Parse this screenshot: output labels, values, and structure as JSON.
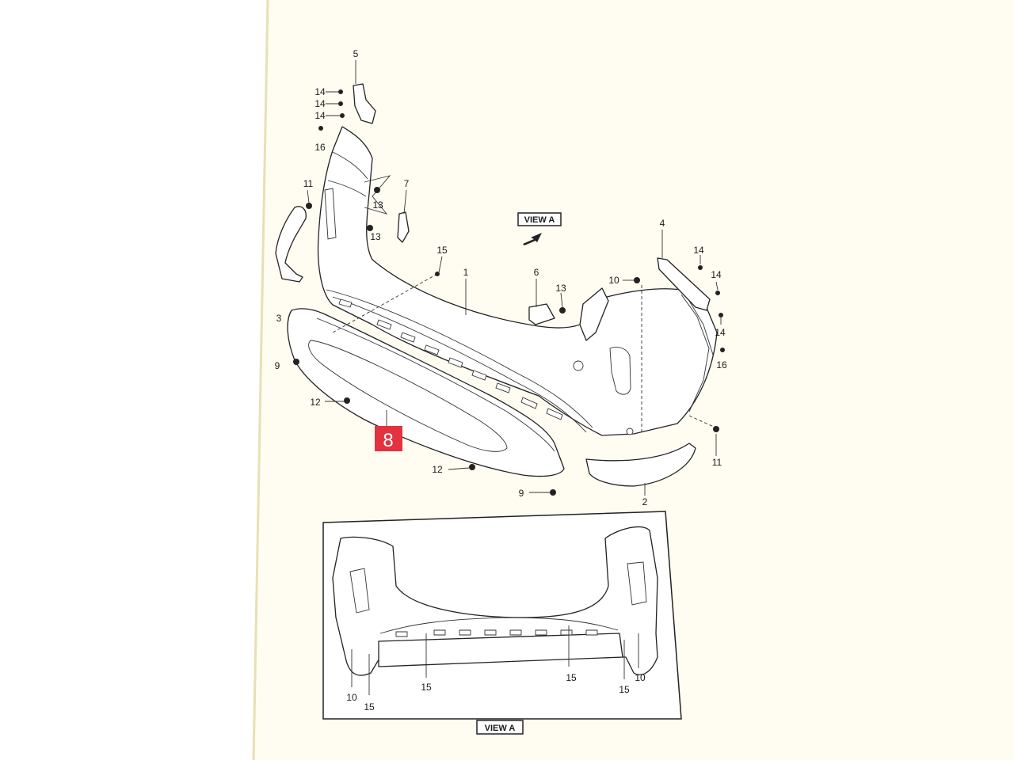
{
  "view_label": "VIEW A",
  "highlight": {
    "text": "8",
    "color": "#e33240"
  },
  "paper_color": "#fffdf2",
  "callouts": {
    "c5": "5",
    "c14a": "14",
    "c14b": "14",
    "c14c": "14",
    "c16a": "16",
    "c11a": "11",
    "c7": "7",
    "c13a": "13",
    "c13b": "13",
    "c3": "3",
    "c15a": "15",
    "c1": "1",
    "c6": "6",
    "c13c": "13",
    "c10a": "10",
    "c4": "4",
    "c14d": "14",
    "c14e": "14",
    "c14f": "14",
    "c16b": "16",
    "c9a": "9",
    "c12a": "12",
    "c12b": "12",
    "c9b": "9",
    "c2": "2",
    "c11b": "11",
    "v10a": "10",
    "v15a": "15",
    "v15b": "15",
    "v15c": "15",
    "v15d": "15",
    "v10b": "10"
  }
}
